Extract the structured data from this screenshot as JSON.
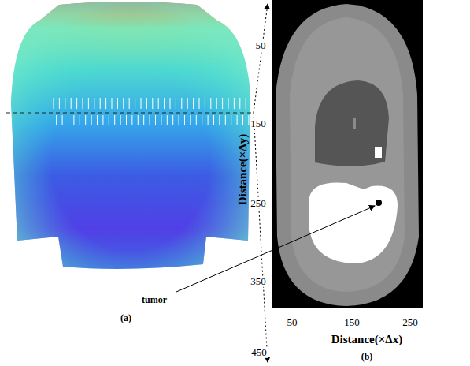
{
  "diagram": {
    "labels": [
      "(a)",
      "50",
      "150",
      "250",
      "350",
      "450",
      "Distance(×Δy)",
      "tumor",
      "50",
      "150",
      "250",
      "Distance(×Δx)",
      "(b)"
    ]
  }
}
